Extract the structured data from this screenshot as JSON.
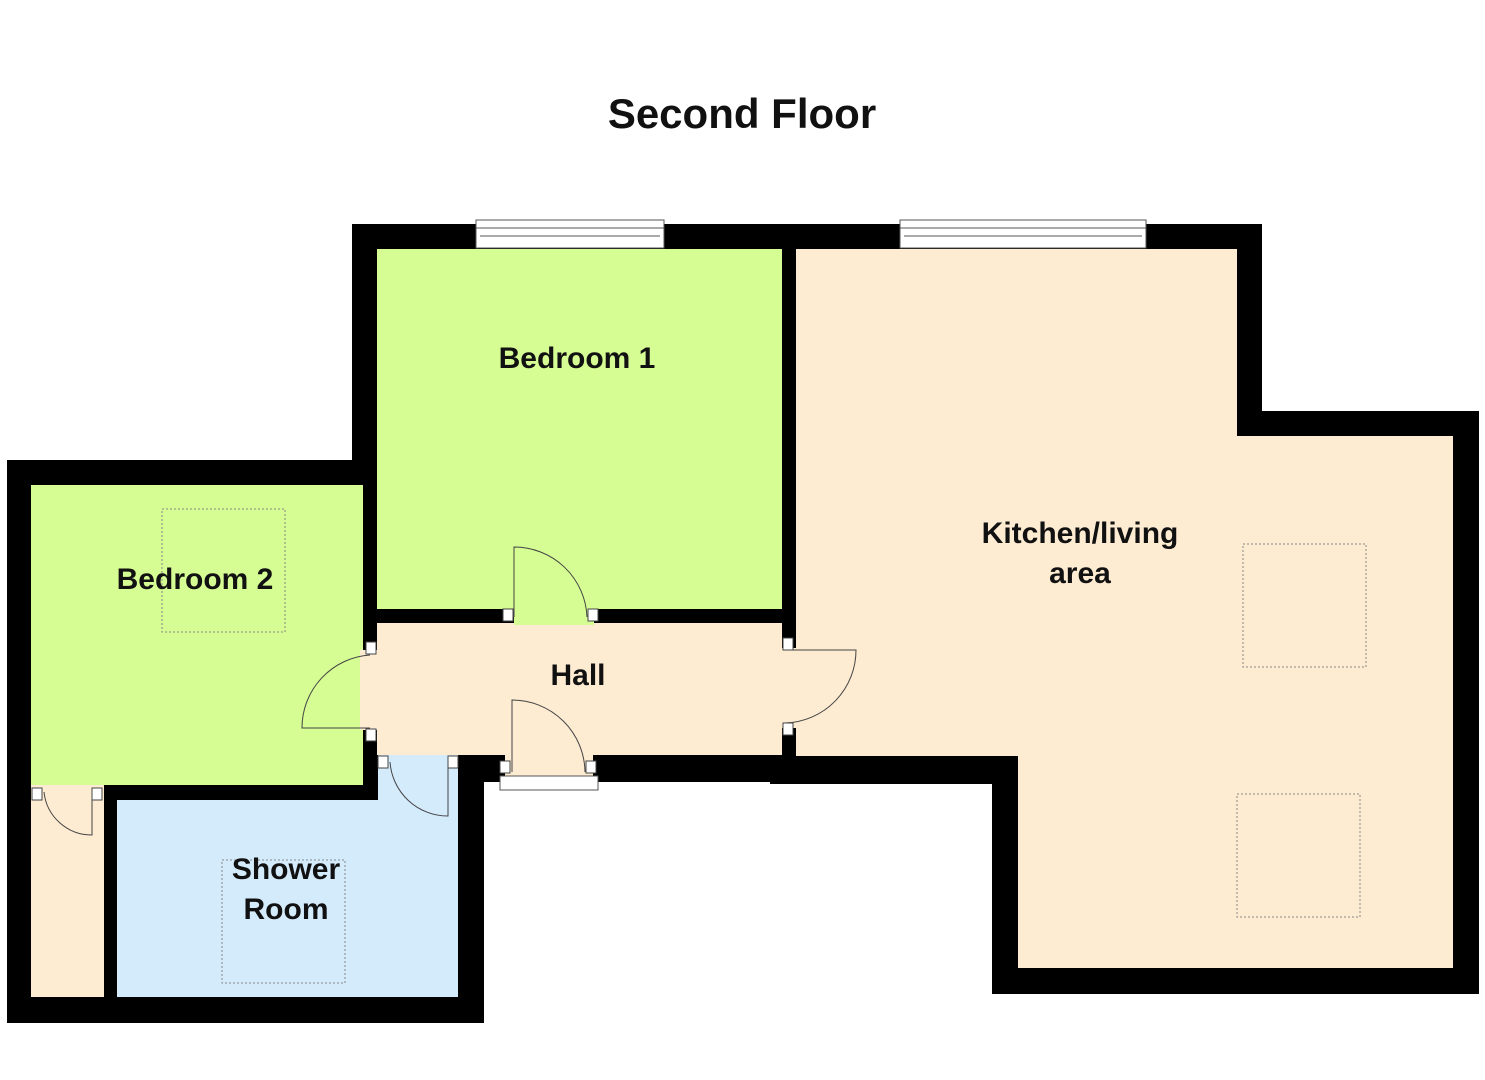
{
  "title": "Second Floor",
  "rooms": {
    "bedroom1": {
      "label": "Bedroom 1"
    },
    "bedroom2": {
      "label": "Bedroom 2"
    },
    "kitchen": {
      "label_line1": "Kitchen/living",
      "label_line2": "area"
    },
    "hall": {
      "label": "Hall"
    },
    "shower": {
      "label_line1": "Shower",
      "label_line2": "Room"
    }
  },
  "colors": {
    "wall": "#000000",
    "bedroom": "#d6fc94",
    "living": "#fdebd2",
    "shower": "#d4ebfc",
    "door_line": "#444444",
    "skylight": "#888888"
  }
}
